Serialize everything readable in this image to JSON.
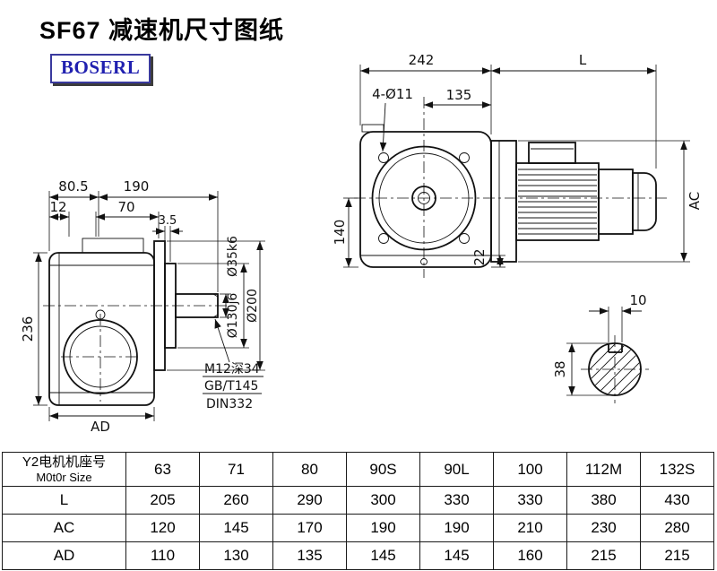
{
  "page": {
    "title": "SF67 减速机尺寸图纸",
    "logo_text": "BOSERL"
  },
  "front_view": {
    "dim_242": "242",
    "dim_L": "L",
    "dim_holes": "4-Ø11",
    "dim_135": "135",
    "dim_140": "140",
    "dim_22": "22",
    "dim_AC": "AC"
  },
  "side_view": {
    "dim_80_5": "80.5",
    "dim_190": "190",
    "dim_12": "12",
    "dim_70": "70",
    "dim_3_5": "3.5",
    "dim_236": "236",
    "dim_AD": "AD",
    "label_shaft_dia": "Ø35k6",
    "label_spigot_dia": "Ø130j6",
    "label_flange_dia": "Ø200",
    "note_tap": "M12深34",
    "note_std1": "GB/T145",
    "note_std2": "DIN332"
  },
  "shaft_view": {
    "dim_10": "10",
    "dim_38": "38"
  },
  "table": {
    "header_cn": "Y2电机机座号",
    "header_en": "M0t0r Size",
    "columns": [
      "63",
      "71",
      "80",
      "90S",
      "90L",
      "100",
      "112M",
      "132S"
    ],
    "rows": [
      {
        "label": "L",
        "values": [
          "205",
          "260",
          "290",
          "300",
          "330",
          "330",
          "380",
          "430"
        ]
      },
      {
        "label": "AC",
        "values": [
          "120",
          "145",
          "170",
          "190",
          "190",
          "210",
          "230",
          "280"
        ]
      },
      {
        "label": "AD",
        "values": [
          "110",
          "130",
          "135",
          "145",
          "145",
          "160",
          "215",
          "215"
        ]
      }
    ]
  }
}
